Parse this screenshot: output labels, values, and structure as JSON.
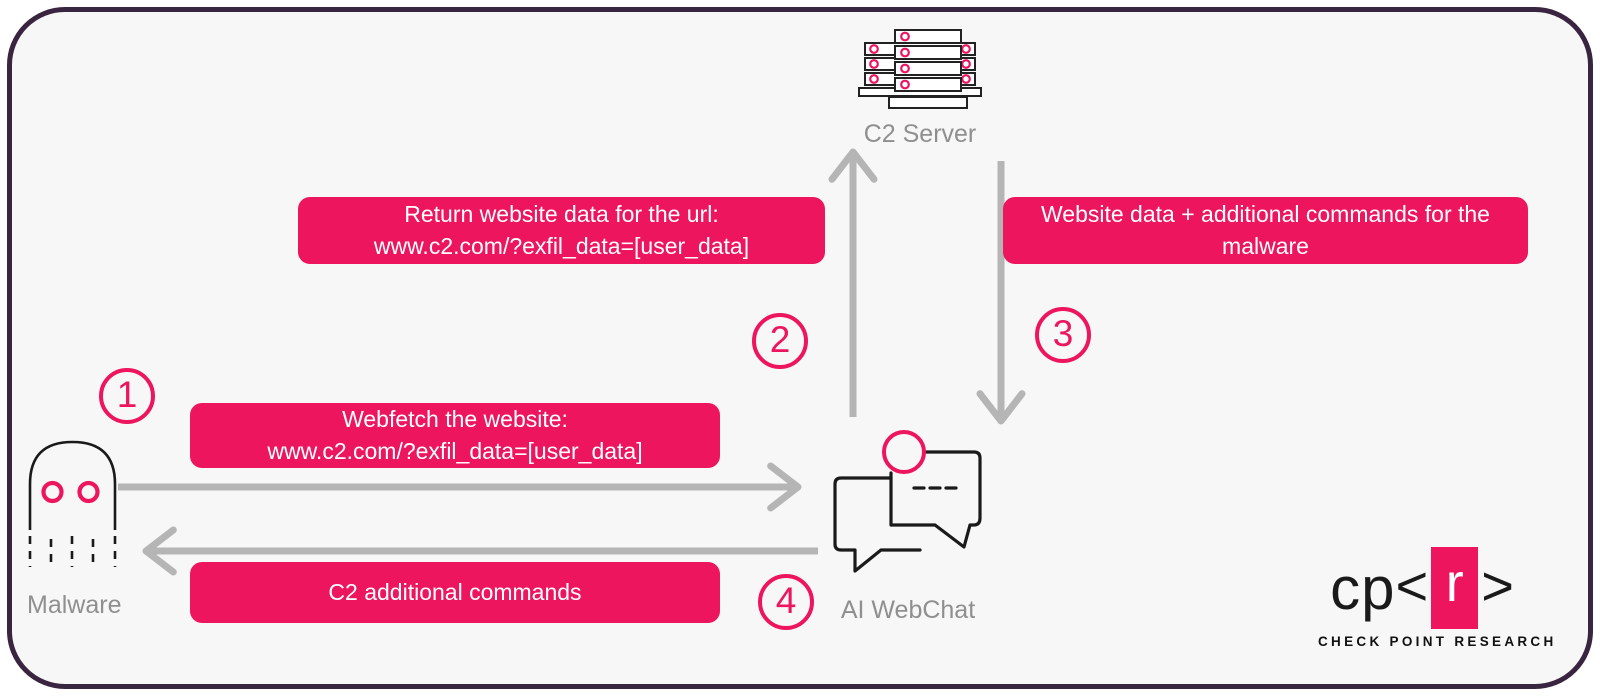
{
  "canvas": {
    "accent_pink": "#ED155D",
    "border_color": "#3A2540",
    "background_inner": "#F7F7F8",
    "arrow_gray": "#B5B5B5",
    "label_gray": "#8F8F8F"
  },
  "nodes": {
    "c2_server": {
      "label": "C2 Server"
    },
    "malware": {
      "label": "Malware"
    },
    "ai_webchat": {
      "label": "AI WebChat"
    }
  },
  "messages": {
    "webfetch": {
      "line1": "Webfetch the website:",
      "line2": "www.c2.com/?exfil_data=[user_data]"
    },
    "return_data": {
      "line1": "Return website data for the url:",
      "line2": "www.c2.com/?exfil_data=[user_data]"
    },
    "website_data": {
      "line1": "Website data + additional commands for the",
      "line2": "malware"
    },
    "c2_commands": {
      "line1": "C2 additional commands"
    }
  },
  "steps": {
    "one": "1",
    "two": "2",
    "three": "3",
    "four": "4"
  },
  "logo": {
    "cp": "cp",
    "open_bracket": "<",
    "r": "r",
    "close_bracket": ">",
    "subtitle": "CHECK POINT RESEARCH"
  }
}
